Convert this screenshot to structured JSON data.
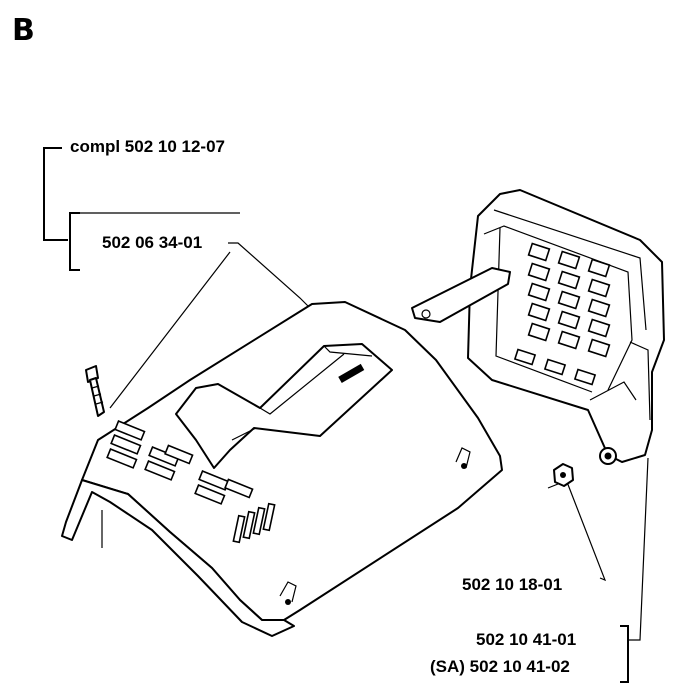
{
  "section_letter": "B",
  "labels": {
    "kit_complete": "compl 502 10 12-07",
    "cover_part": "502 06 34-01",
    "nut_part": "502 10 18-01",
    "guard_part": "502 10 41-01",
    "guard_part_sa": "(SA) 502 10 41-02"
  }
}
